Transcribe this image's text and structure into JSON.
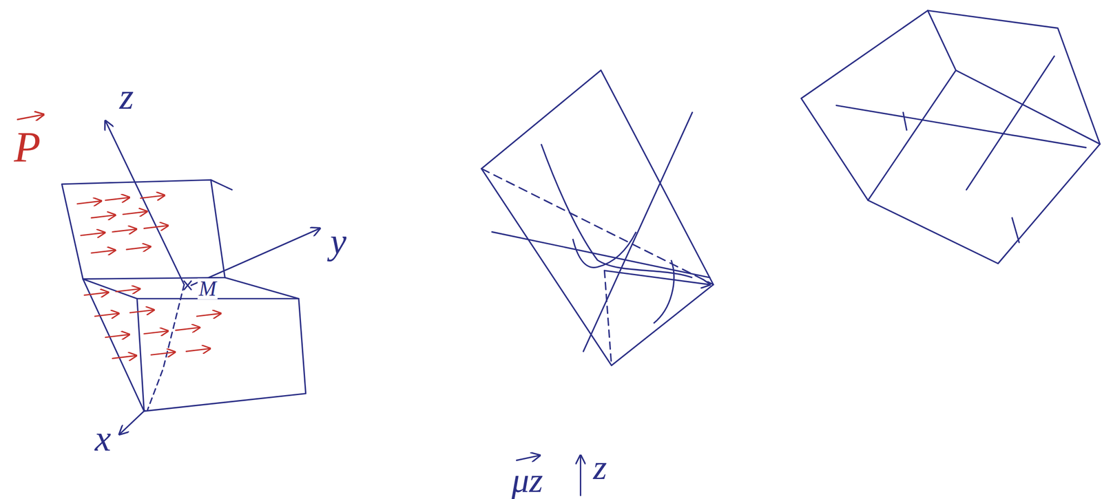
{
  "diagram": {
    "labels": [
      "P",
      "z",
      "y",
      "x",
      "M",
      "μz",
      "z"
    ]
  }
}
